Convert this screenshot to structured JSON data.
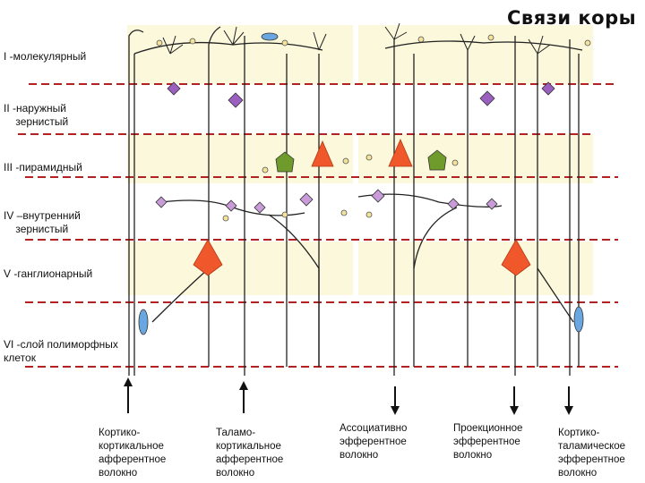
{
  "title": "Связи коры",
  "layers": [
    "I -молекулярный",
    "II -наружный\n    зернистый",
    "III -пирамидный",
    "IV –внутренний\n    зернистый",
    "V -ганглионарный",
    "VI -слой полиморфных\nклеток"
  ],
  "fibers": [
    {
      "label": "Кортико-\nкортикальное\nафферентное\nволокно",
      "direction": "up"
    },
    {
      "label": "Таламо-\nкортикальное\nафферентное\nволокно",
      "direction": "up"
    },
    {
      "label": "Ассоциативно\nэфферентное\nволокно",
      "direction": "down"
    },
    {
      "label": "Проекционное\nэфферентное\nволокно",
      "direction": "down"
    },
    {
      "label": "Кортико-\nталамическое\nэфферентное\nволокно",
      "direction": "down"
    }
  ],
  "colors": {
    "layer_band": "#fbf8dc",
    "boundary_line": "#b22222",
    "pyramidal_cell": "#f0582b",
    "green_cell": "#6f9a2c",
    "stellate_cell": "#9b5fc0",
    "granule_cell": "#c99bd9",
    "blue_cell": "#6aa6df",
    "synapse": "#f2e29a"
  }
}
